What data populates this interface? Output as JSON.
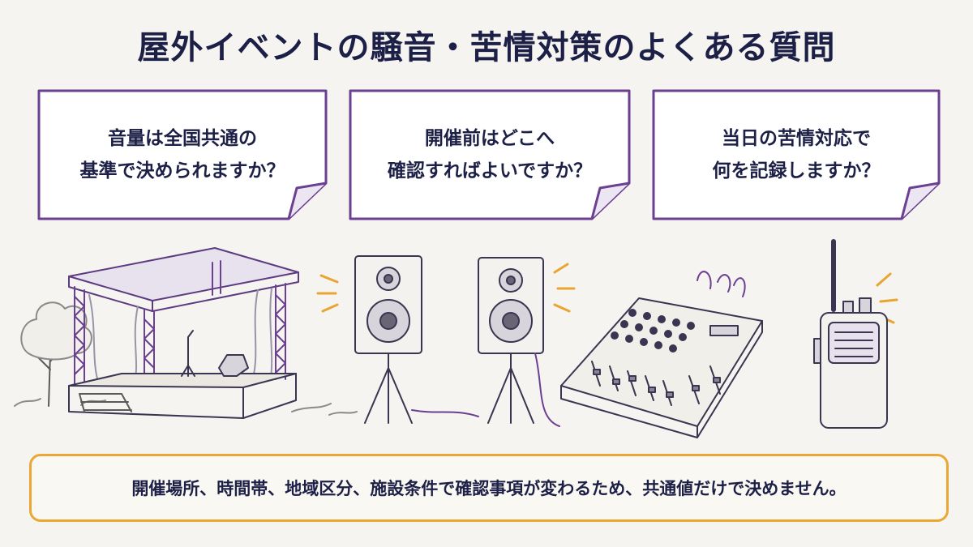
{
  "title": "屋外イベントの騒音・苦情対策のよくある質問",
  "questions": [
    {
      "text": "音量は全国共通の\n基準で決められますか？"
    },
    {
      "text": "開催前はどこへ\n確認すればよいですか？"
    },
    {
      "text": "当日の苦情対応で\n何を記録しますか？"
    }
  ],
  "bottom_note": "開催場所、時間帯、地域区分、施設条件で確認事項が変わるため、共通値だけで決めません。",
  "colors": {
    "purple": "#6b3f91",
    "orange": "#eaa735",
    "navy": "#1d2046",
    "background": "#f5f4f0"
  },
  "illustration_icons": [
    "stage-icon",
    "speaker-icon",
    "mixer-icon",
    "walkie-talkie-icon",
    "tree-icon",
    "sound-burst-icon"
  ]
}
